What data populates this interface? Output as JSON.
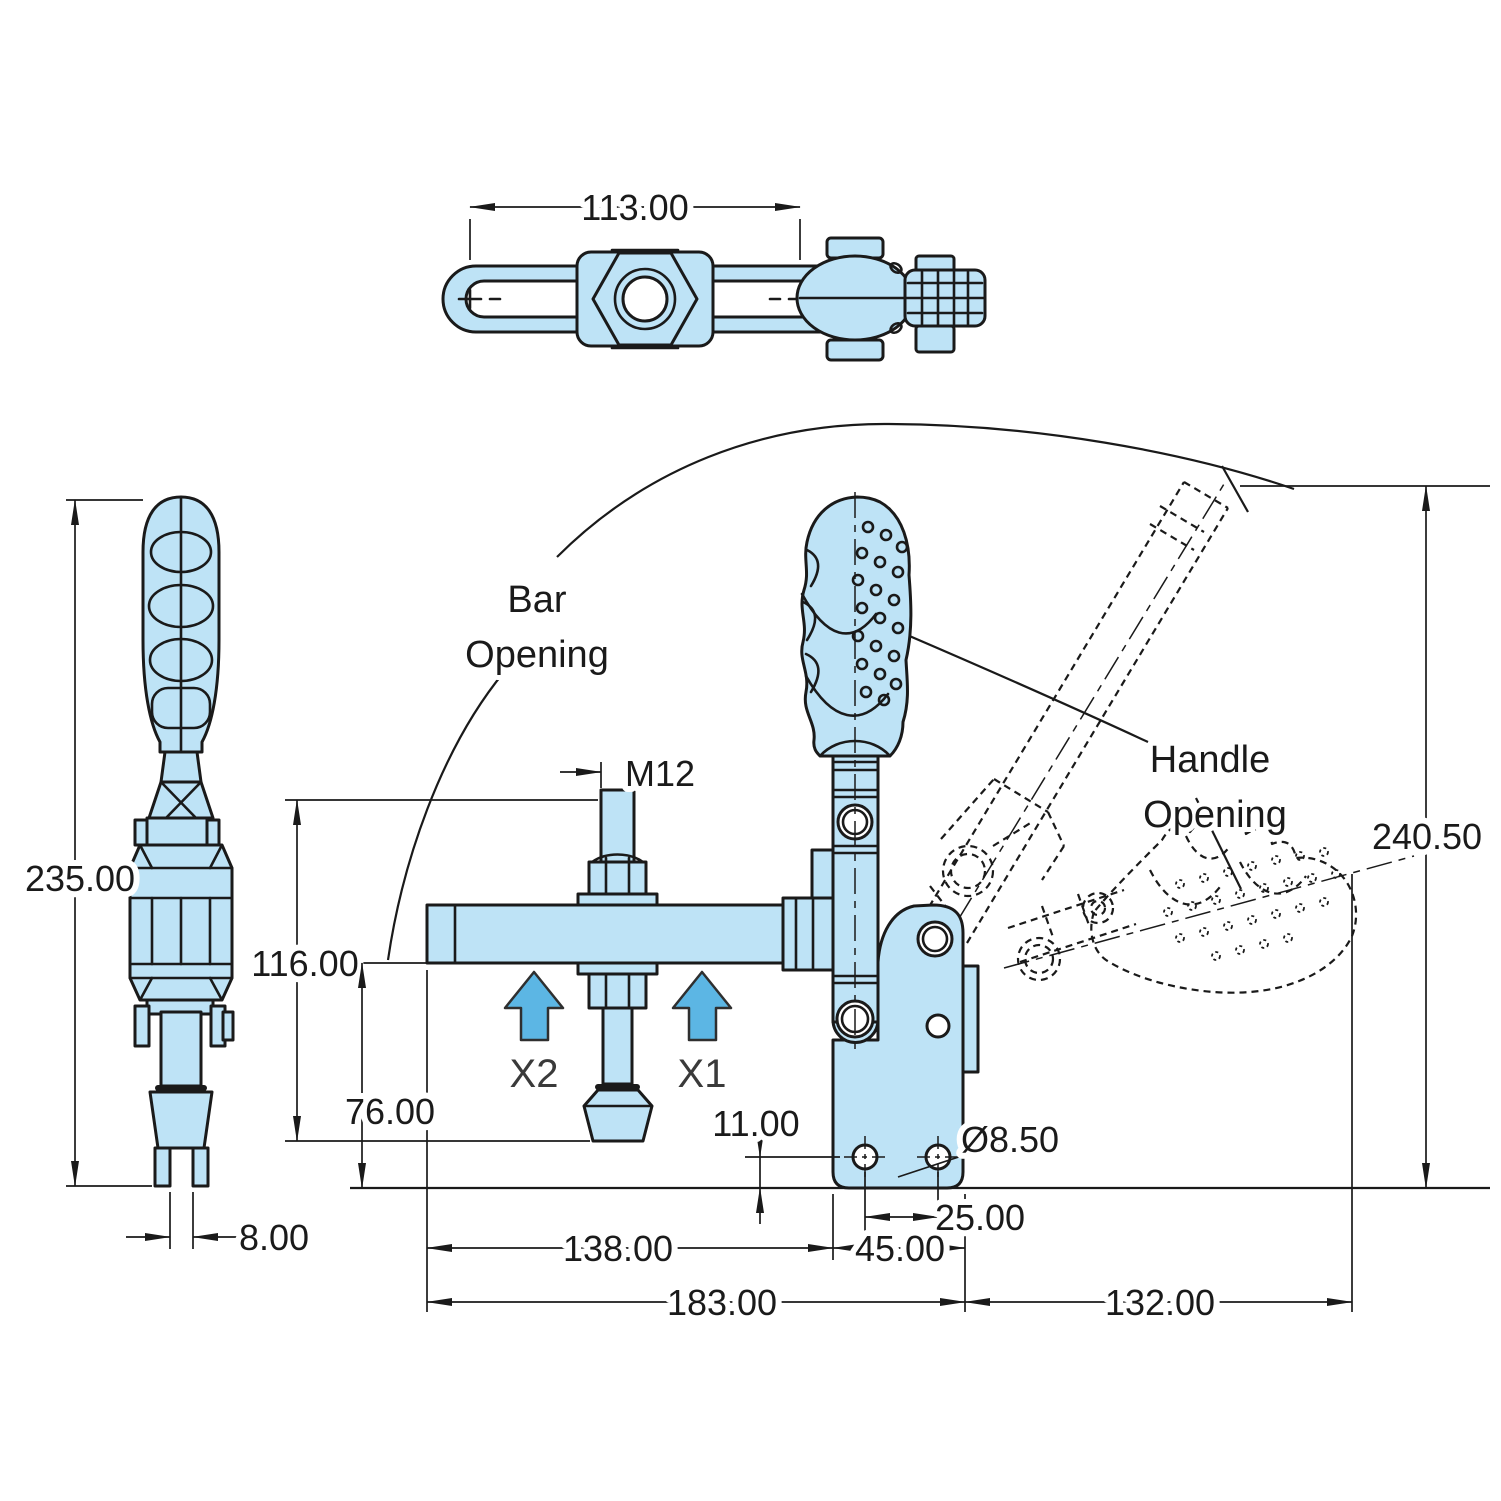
{
  "drawing": {
    "kind": "technical dimension drawing - vertical toggle clamp, three views",
    "colors": {
      "part_fill": "#BEE3F6",
      "arrow_fill": "#5CB6E4",
      "line": "#1A1A1A",
      "background": "#FFFFFF"
    },
    "top_view": {
      "dim_width": "113.00"
    },
    "side_view": {
      "dim_height": "235.00",
      "dim_fork_gap": "8.00"
    },
    "front_view": {
      "dim_thread": "M12",
      "dim_spindle_length": "116.00",
      "dim_clamp_height": "76.00",
      "dim_hole_offset": "11.00",
      "dim_hole_dia": "Ø8.50",
      "dim_hole_spacing": "25.00",
      "dim_bar_reach": "138.00",
      "dim_base_width": "45.00",
      "dim_overall_length": "183.00",
      "dim_handle_reach": "132.00",
      "dim_open_height": "240.50",
      "label_bar_opening_1": "Bar",
      "label_bar_opening_2": "Opening",
      "label_handle_opening_1": "Handle",
      "label_handle_opening_2": "Opening",
      "force_point_1": "X1",
      "force_point_2": "X2"
    }
  }
}
